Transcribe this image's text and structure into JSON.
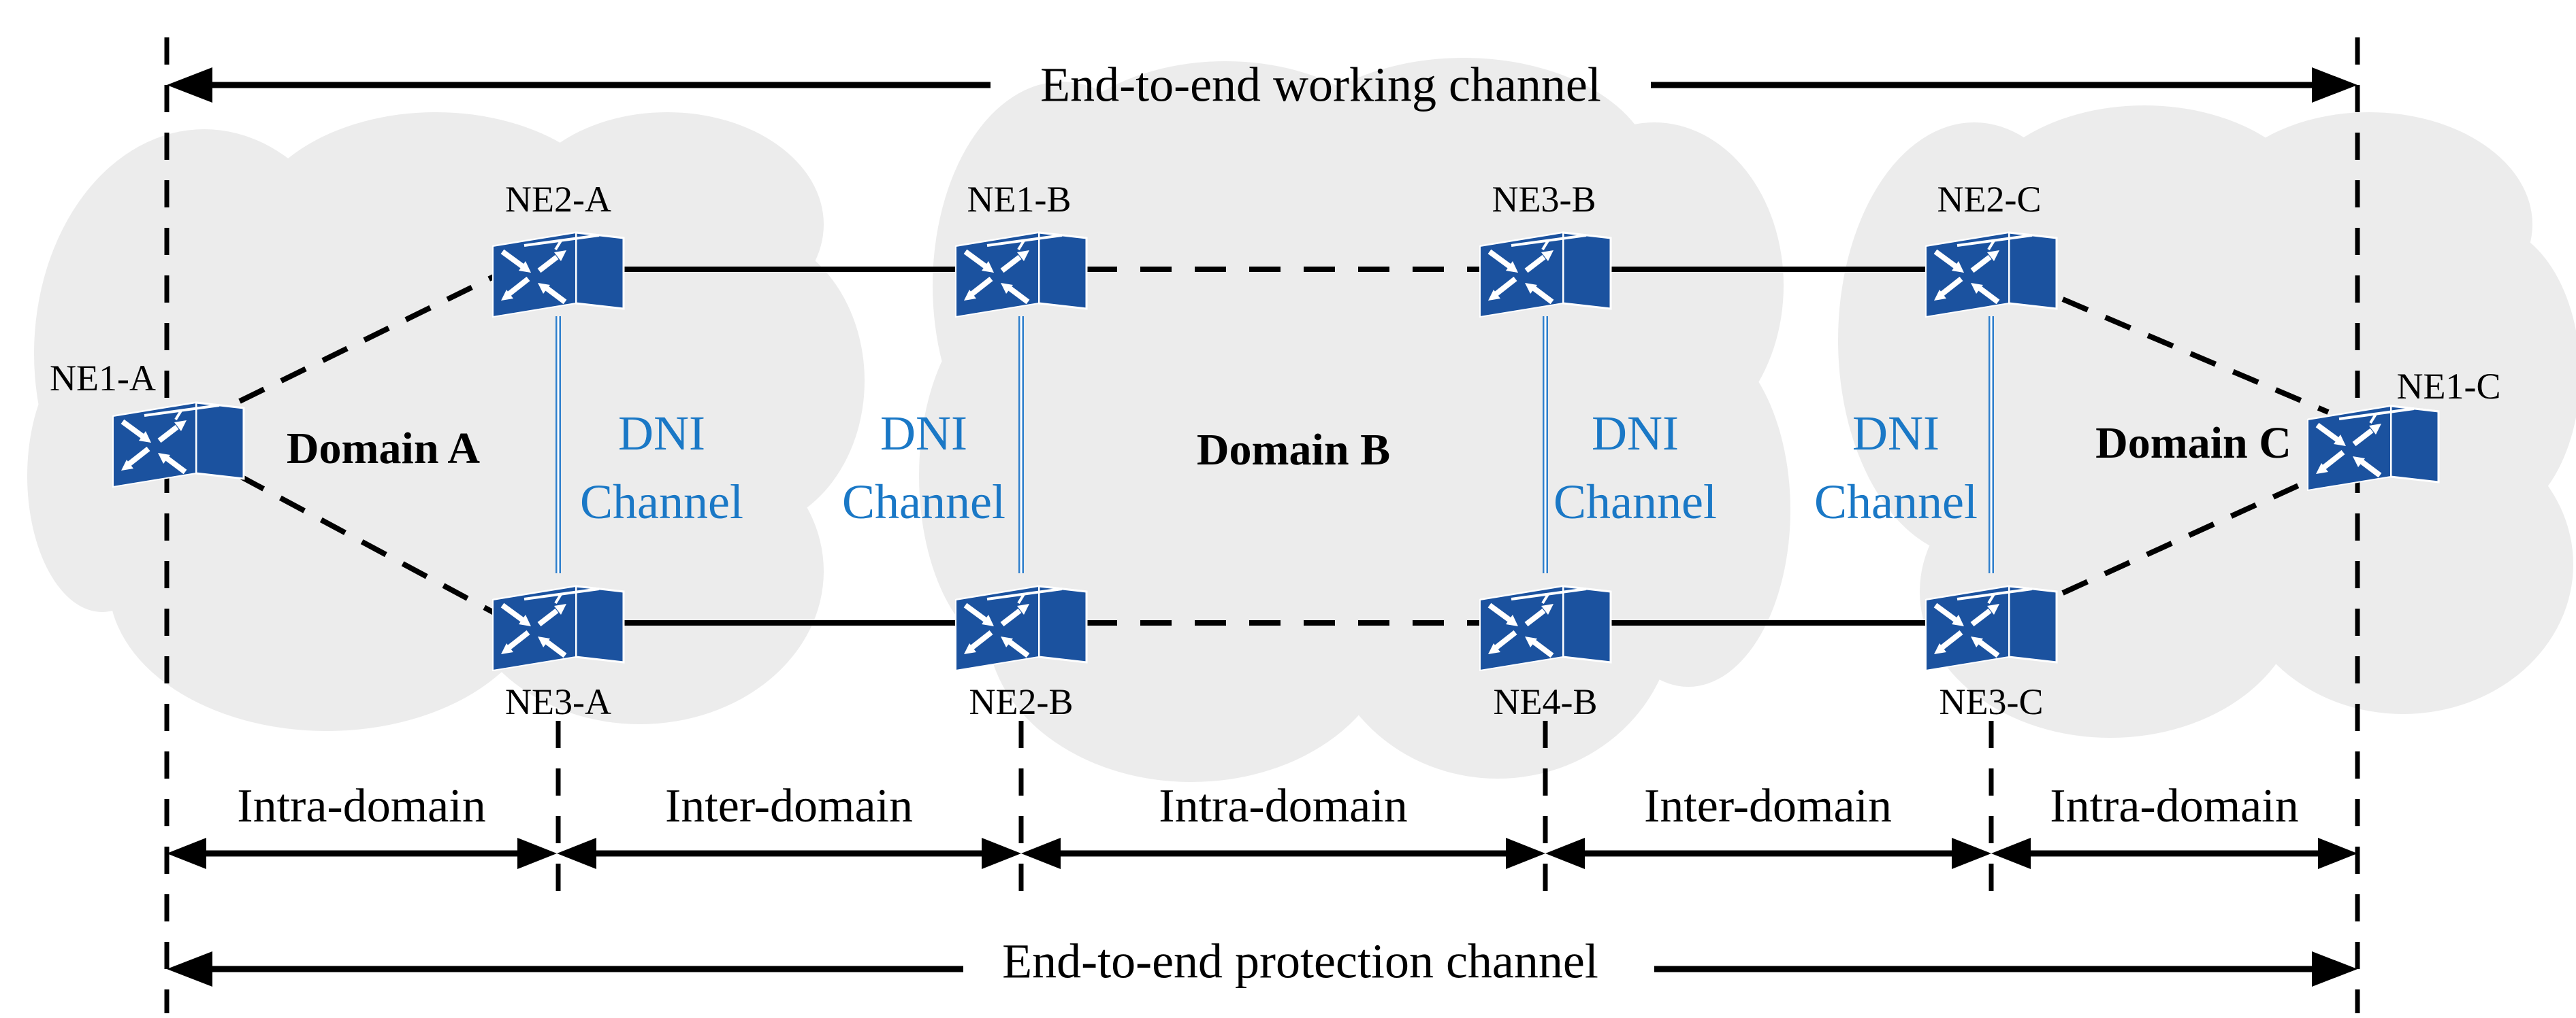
{
  "titles": {
    "working": "End-to-end working channel",
    "protection": "End-to-end protection channel"
  },
  "domains": [
    {
      "label": "Domain A"
    },
    {
      "label": "Domain B"
    },
    {
      "label": "Domain C"
    }
  ],
  "nodes": [
    {
      "label": "NE1-A"
    },
    {
      "label": "NE2-A"
    },
    {
      "label": "NE3-A"
    },
    {
      "label": "NE1-B"
    },
    {
      "label": "NE2-B"
    },
    {
      "label": "NE3-B"
    },
    {
      "label": "NE4-B"
    },
    {
      "label": "NE2-C"
    },
    {
      "label": "NE3-C"
    },
    {
      "label": "NE1-C"
    }
  ],
  "dni_label": {
    "line1": "DNI",
    "line2": "Channel"
  },
  "segment_labels": [
    {
      "label": "Intra-domain"
    },
    {
      "label": "Inter-domain"
    },
    {
      "label": "Intra-domain"
    },
    {
      "label": "Inter-domain"
    },
    {
      "label": "Intra-domain"
    }
  ],
  "colors": {
    "node_blue": "#1B529F",
    "dni_text_blue": "#1A78C6",
    "dni_line_blue": "#2E7FCC",
    "cloud_gray": "#ECECEC",
    "line_black": "#000000"
  }
}
